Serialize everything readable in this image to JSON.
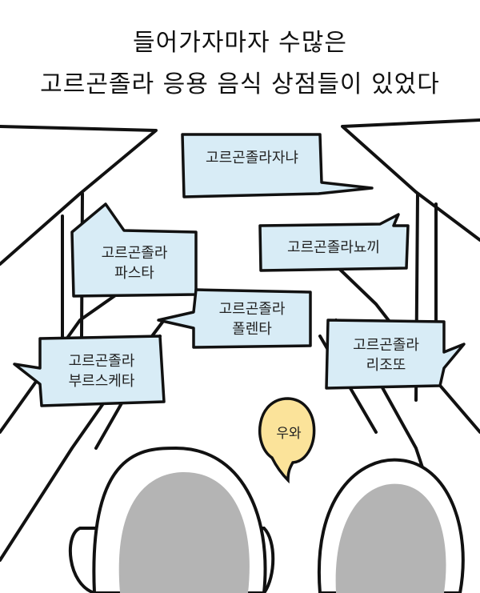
{
  "caption": {
    "line1": "들어가자마자 수많은",
    "line2": "고르곤졸라 응용 음식 상점들이 있었다"
  },
  "bubbles": {
    "jjanya": "고르곤졸라자냐",
    "pasta_1": "고르곤졸라",
    "pasta_2": "파스타",
    "gnocchi": "고르곤졸라뇨끼",
    "polenta_1": "고르곤졸라",
    "polenta_2": "폴렌타",
    "bruschetta_1": "고르곤졸라",
    "bruschetta_2": "부르스케타",
    "risotto_1": "고르곤졸라",
    "risotto_2": "리조또",
    "wow": "우와"
  },
  "colors": {
    "bubble_blue": "#d8ecf6",
    "bubble_yellow": "#fbe39a",
    "head_gray": "#b4b4b4",
    "ink": "#111111"
  }
}
